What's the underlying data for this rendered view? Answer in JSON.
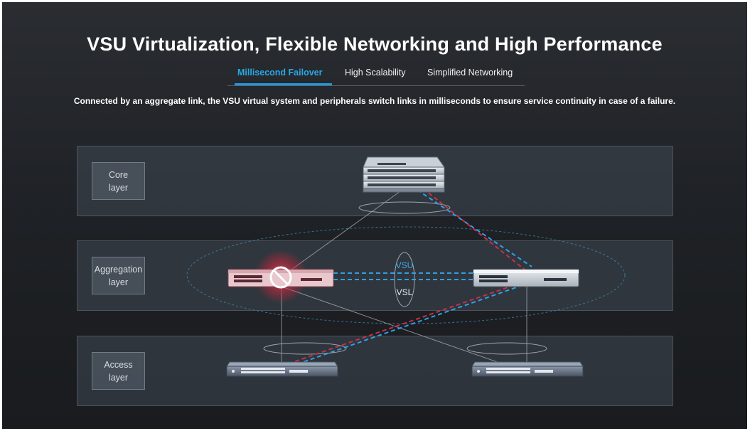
{
  "page": {
    "title": "VSU Virtualization, Flexible Networking and High Performance",
    "description": "Connected by an aggregate link, the VSU virtual system and peripherals switch links in milliseconds to ensure service continuity in case of a failure."
  },
  "tabs": [
    {
      "label": "Millisecond Failover",
      "active": true
    },
    {
      "label": "High Scalability",
      "active": false
    },
    {
      "label": "Simplified Networking",
      "active": false
    }
  ],
  "layers": [
    {
      "label": "Core\nlayer"
    },
    {
      "label": "Aggregation\nlayer"
    },
    {
      "label": "Access\nlayer"
    }
  ],
  "diagram": {
    "vsu_label": "VSU",
    "vsl_label": "VSL",
    "failed_device_icon": "prohibited-icon",
    "colors": {
      "accent_blue": "#29a8e6",
      "failure_red": "#d0344a",
      "link_gray": "#a0a4aa"
    }
  }
}
